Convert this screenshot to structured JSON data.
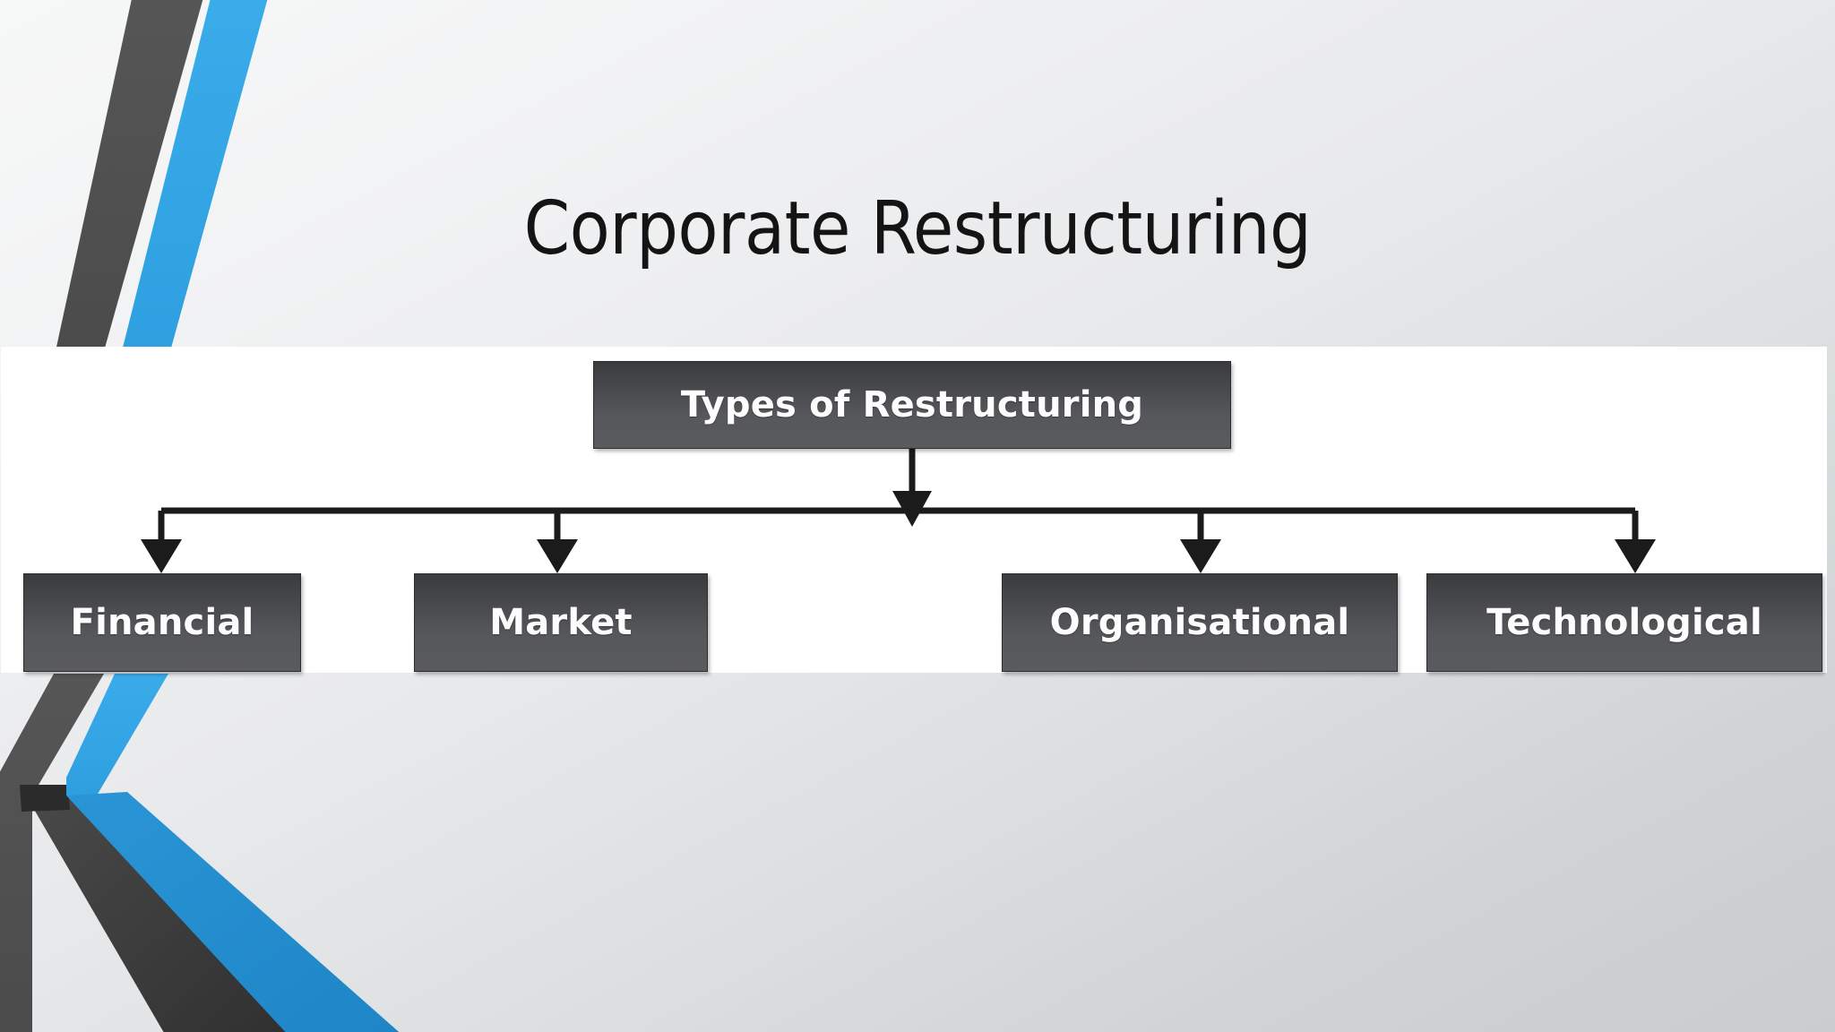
{
  "slide": {
    "title": "Corporate Restructuring",
    "background_colors": {
      "top": "#f7f8f8",
      "bottom": "#c9cdce",
      "panel": "#ffffff"
    },
    "theme_accent_blue": "#34a5e4",
    "theme_accent_dark": "#4e4e4e"
  },
  "diagram": {
    "type": "org-chart",
    "root": {
      "label": "Types of Restructuring"
    },
    "children": [
      {
        "label": "Financial"
      },
      {
        "label": "Market"
      },
      {
        "label": "Organisational"
      },
      {
        "label": "Technological"
      }
    ],
    "node_fill": "#4f5053",
    "node_text_color": "#fdfdfd",
    "connector_color": "#1b1b1b"
  }
}
